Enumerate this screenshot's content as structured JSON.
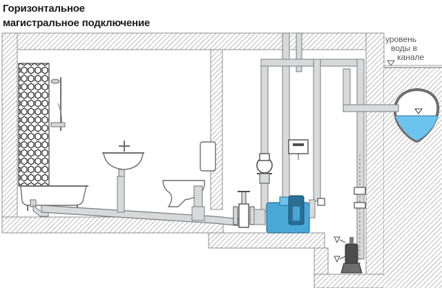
{
  "title": {
    "line1": "Горизонтальное",
    "line2": "магистральное подключение"
  },
  "water_level_label": {
    "line1": "уровень",
    "line2": "воды в",
    "line3": "канале"
  },
  "colors": {
    "wall_hatch": "#8c8c8c",
    "wall_fill": "#ffffff",
    "pipe_fill": "#d7d9db",
    "pipe_stroke": "#7a7a7a",
    "pump_blue": "#4aa8d8",
    "pump_dark": "#2b6f95",
    "water": "#6cc4ee",
    "tile": "#2a2a2a"
  },
  "icons": [
    "shower-icon",
    "bathtub-icon",
    "washbasin-icon",
    "toilet-icon",
    "gate-valve-icon",
    "lifting-station-icon",
    "submersible-pump-icon",
    "control-box-icon",
    "float-switch-icon",
    "water-level-marker-icon"
  ]
}
